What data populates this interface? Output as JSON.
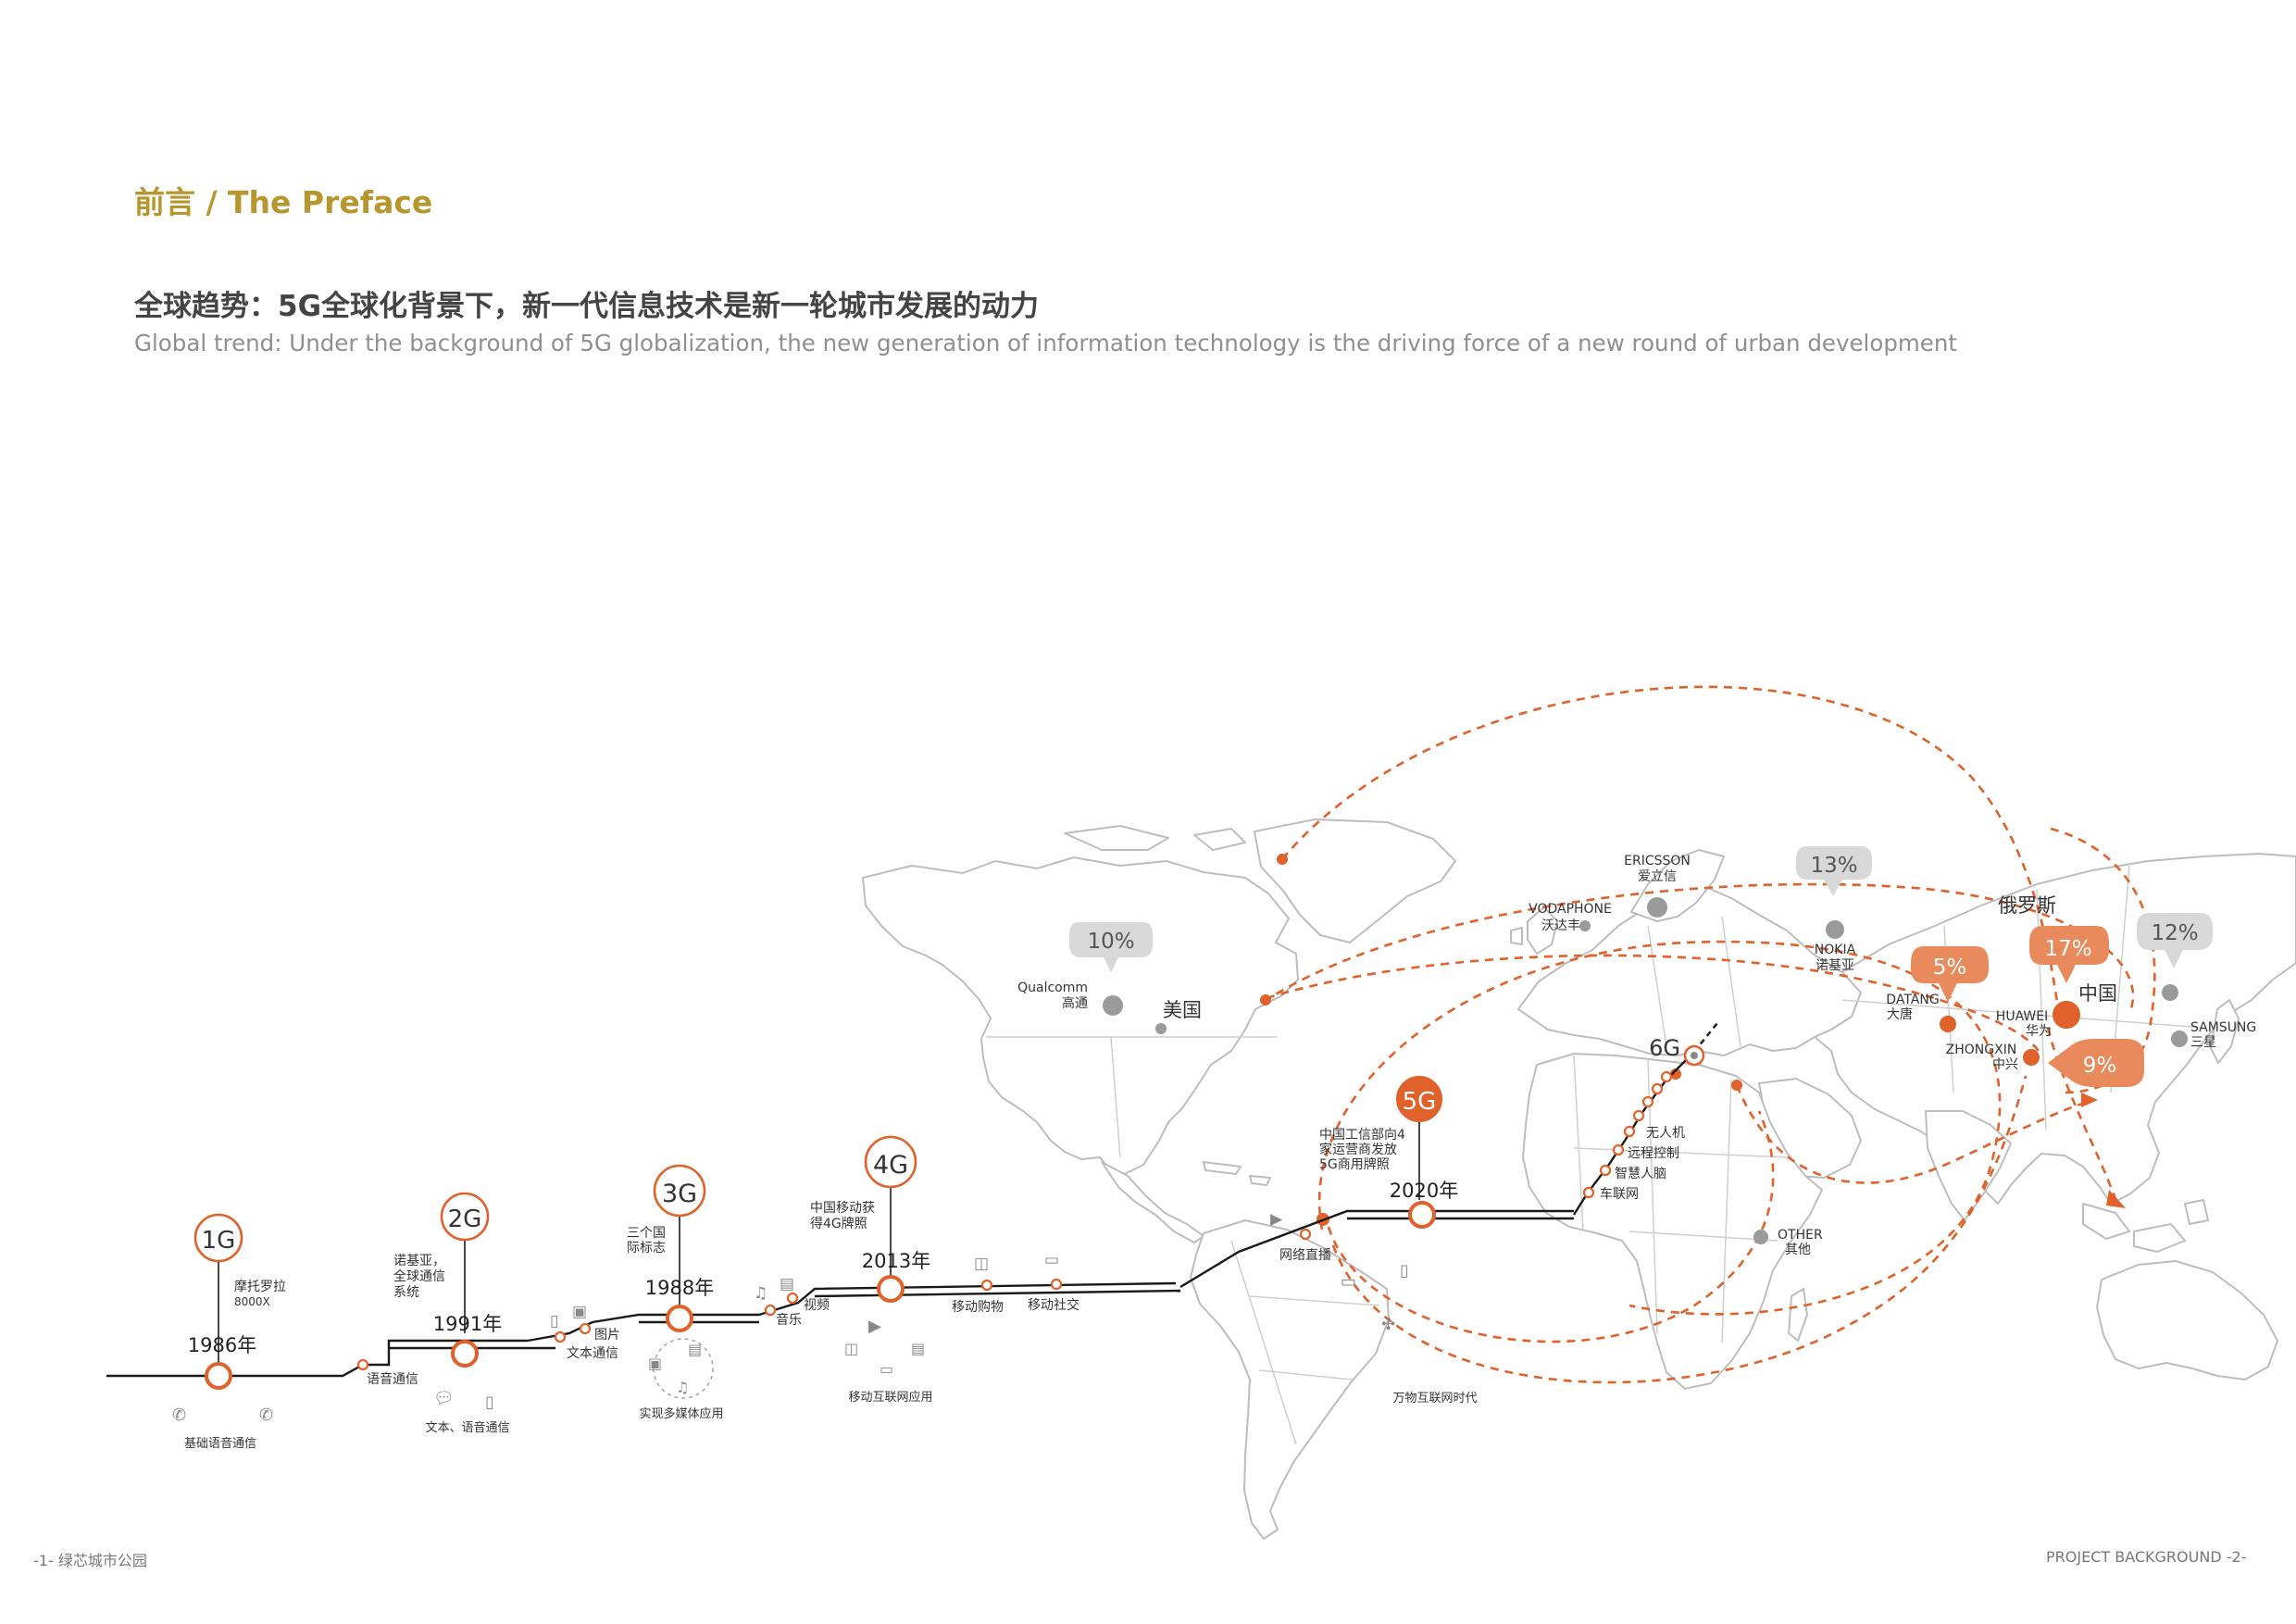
{
  "section_title": "前言 / The Preface",
  "headline": {
    "cn": "全球趋势：5G全球化背景下，新一代信息技术是新一轮城市发展的动力",
    "en": "Global trend: Under the background of 5G globalization, the new generation of information technology is the driving force of a new round of urban development"
  },
  "timeline": {
    "milestones": [
      {
        "gen": "1G",
        "year": "1986年",
        "note": [
          "摩托罗拉",
          "8000X"
        ],
        "caption": "基础语音通信"
      },
      {
        "gen": "2G",
        "year": "1991年",
        "note": [
          "诺基亚，",
          "全球通信",
          "系统"
        ],
        "caption": "文本、语音通信"
      },
      {
        "gen": "3G",
        "year": "1988年",
        "note": [
          "三个国",
          "际标志"
        ],
        "caption": "实现多媒体应用"
      },
      {
        "gen": "4G",
        "year": "2013年",
        "note": [
          "中国移动获",
          "得4G牌照"
        ],
        "caption": "移动互联网应用"
      },
      {
        "gen": "5G",
        "year": "2020年",
        "note": [
          "中国工信部向4",
          "家运营商发放",
          "5G商用牌照"
        ],
        "caption": "万物互联网时代"
      },
      {
        "gen": "6G",
        "year": "",
        "note": [],
        "caption": ""
      }
    ],
    "features": {
      "voice": "语音通信",
      "picture": "图片",
      "text": "文本通信",
      "music": "音乐",
      "video": "视频",
      "shopping": "移动购物",
      "social": "移动社交",
      "livestream": "网络直播",
      "drone": "无人机",
      "remote": "远程控制",
      "smart_driving": "智慧人脑",
      "iov": "车联网"
    }
  },
  "map": {
    "countries": {
      "usa": "美国",
      "russia": "俄罗斯",
      "china": "中国"
    },
    "vendors": [
      {
        "en": "Qualcomm",
        "cn": "高通",
        "share": "10%",
        "highlight": false
      },
      {
        "en": "ERICSSON",
        "cn": "爱立信",
        "share": "",
        "highlight": false
      },
      {
        "en": "VODAPHONE",
        "cn": "沃达丰",
        "share": "",
        "highlight": false
      },
      {
        "en": "NOKIA",
        "cn": "诺基亚",
        "share": "13%",
        "highlight": false
      },
      {
        "en": "DATANG",
        "cn": "大唐",
        "share": "5%",
        "highlight": true
      },
      {
        "en": "HUAWEI",
        "cn": "华为",
        "share": "17%",
        "highlight": true
      },
      {
        "en": "ZHONGXIN",
        "cn": "中兴",
        "share": "9%",
        "highlight": true
      },
      {
        "en": "SAMSUNG",
        "cn": "三星",
        "share": "12%",
        "highlight": false
      },
      {
        "en": "OTHER",
        "cn": "其他",
        "share": "",
        "highlight": false
      }
    ]
  },
  "colors": {
    "accent": "#e0612a",
    "gold": "#b8962e",
    "map": "#c8c8c8",
    "gray_marker": "#9a9a9a"
  },
  "footer": {
    "left": "-1-  绿芯城市公园",
    "right": "PROJECT BACKGROUND  -2-"
  }
}
